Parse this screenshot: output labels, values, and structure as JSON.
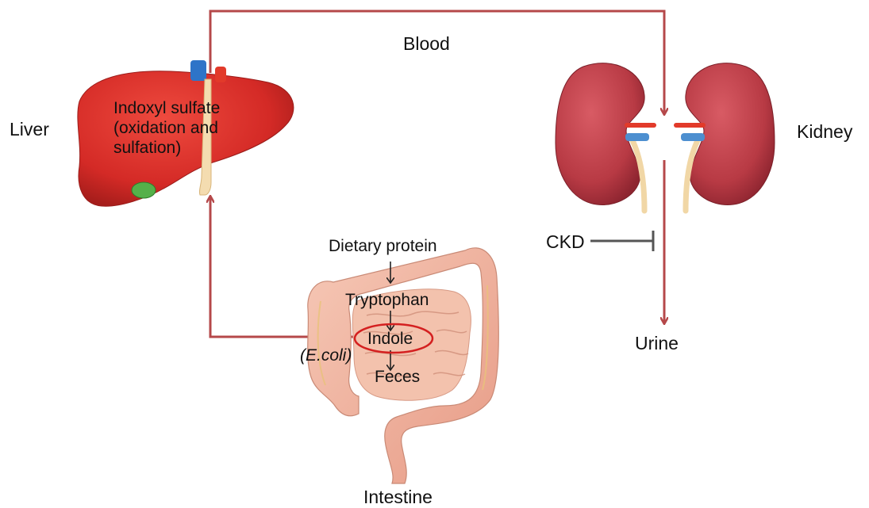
{
  "labels": {
    "liver": "Liver",
    "kidney": "Kidney",
    "blood": "Blood",
    "urine": "Urine",
    "intestine": "Intestine",
    "ckd": "CKD"
  },
  "liver_text": [
    "Indoxyl sulfate",
    "(oxidation and",
    "sulfation)"
  ],
  "intestine_pathway": {
    "dietary_protein": "Dietary protein",
    "tryptophan": "Tryptophan",
    "indole": "Indole",
    "ecoli": "(E.coli)",
    "feces": "Feces"
  },
  "colors": {
    "arrow": "#b5484a",
    "inhibitor": "#555555",
    "liver": "#d42a26",
    "kidney": "#b83a44",
    "intestine": "#f0b5a2",
    "indole_ring": "#d42020"
  }
}
